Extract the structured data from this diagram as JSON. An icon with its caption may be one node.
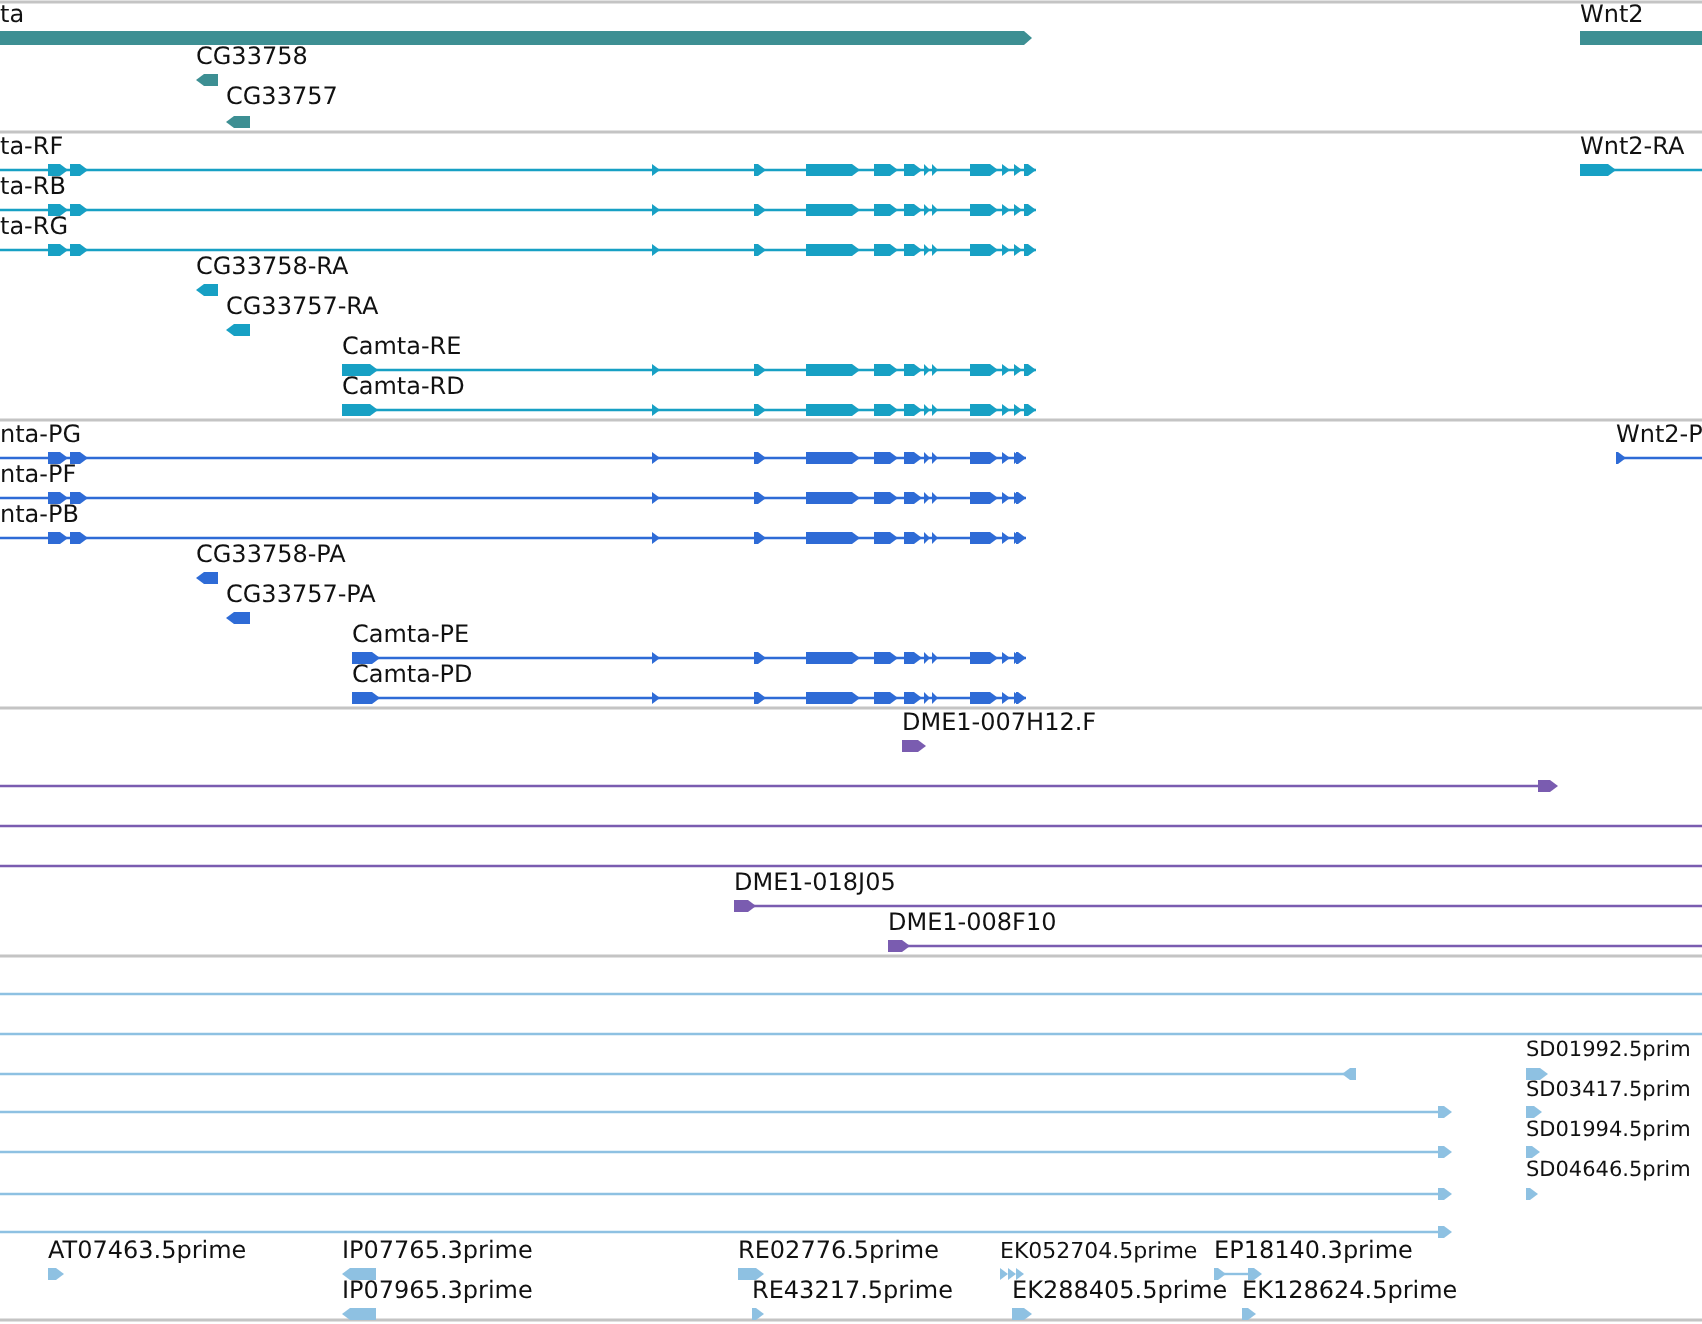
{
  "diagram": {
    "labels": [
      "ta",
      "Wnt2",
      "CG33758",
      "CG33757",
      "ta-RF",
      "Wnt2-RA",
      "ta-RB",
      "ta-RG",
      "CG33758-RA",
      "CG33757-RA",
      "Camta-RE",
      "Camta-RD",
      "nta-PG",
      "Wnt2-P",
      "nta-PF",
      "nta-PB",
      "CG33758-PA",
      "CG33757-PA",
      "Camta-PE",
      "Camta-PD",
      "DME1-007H12.F",
      "DME1-018J05",
      "DME1-008F10",
      "SD01992.5prim",
      "SD03417.5prim",
      "SD01994.5prim",
      "SD04646.5prim",
      "AT07463.5prime",
      "IP07765.3prime",
      "RE02776.5prime",
      "EK052704.5prime",
      "EP18140.3prime",
      "IP07965.3prime",
      "RE43217.5prime",
      "EK288405.5prime",
      "EK128624.5prime"
    ]
  }
}
